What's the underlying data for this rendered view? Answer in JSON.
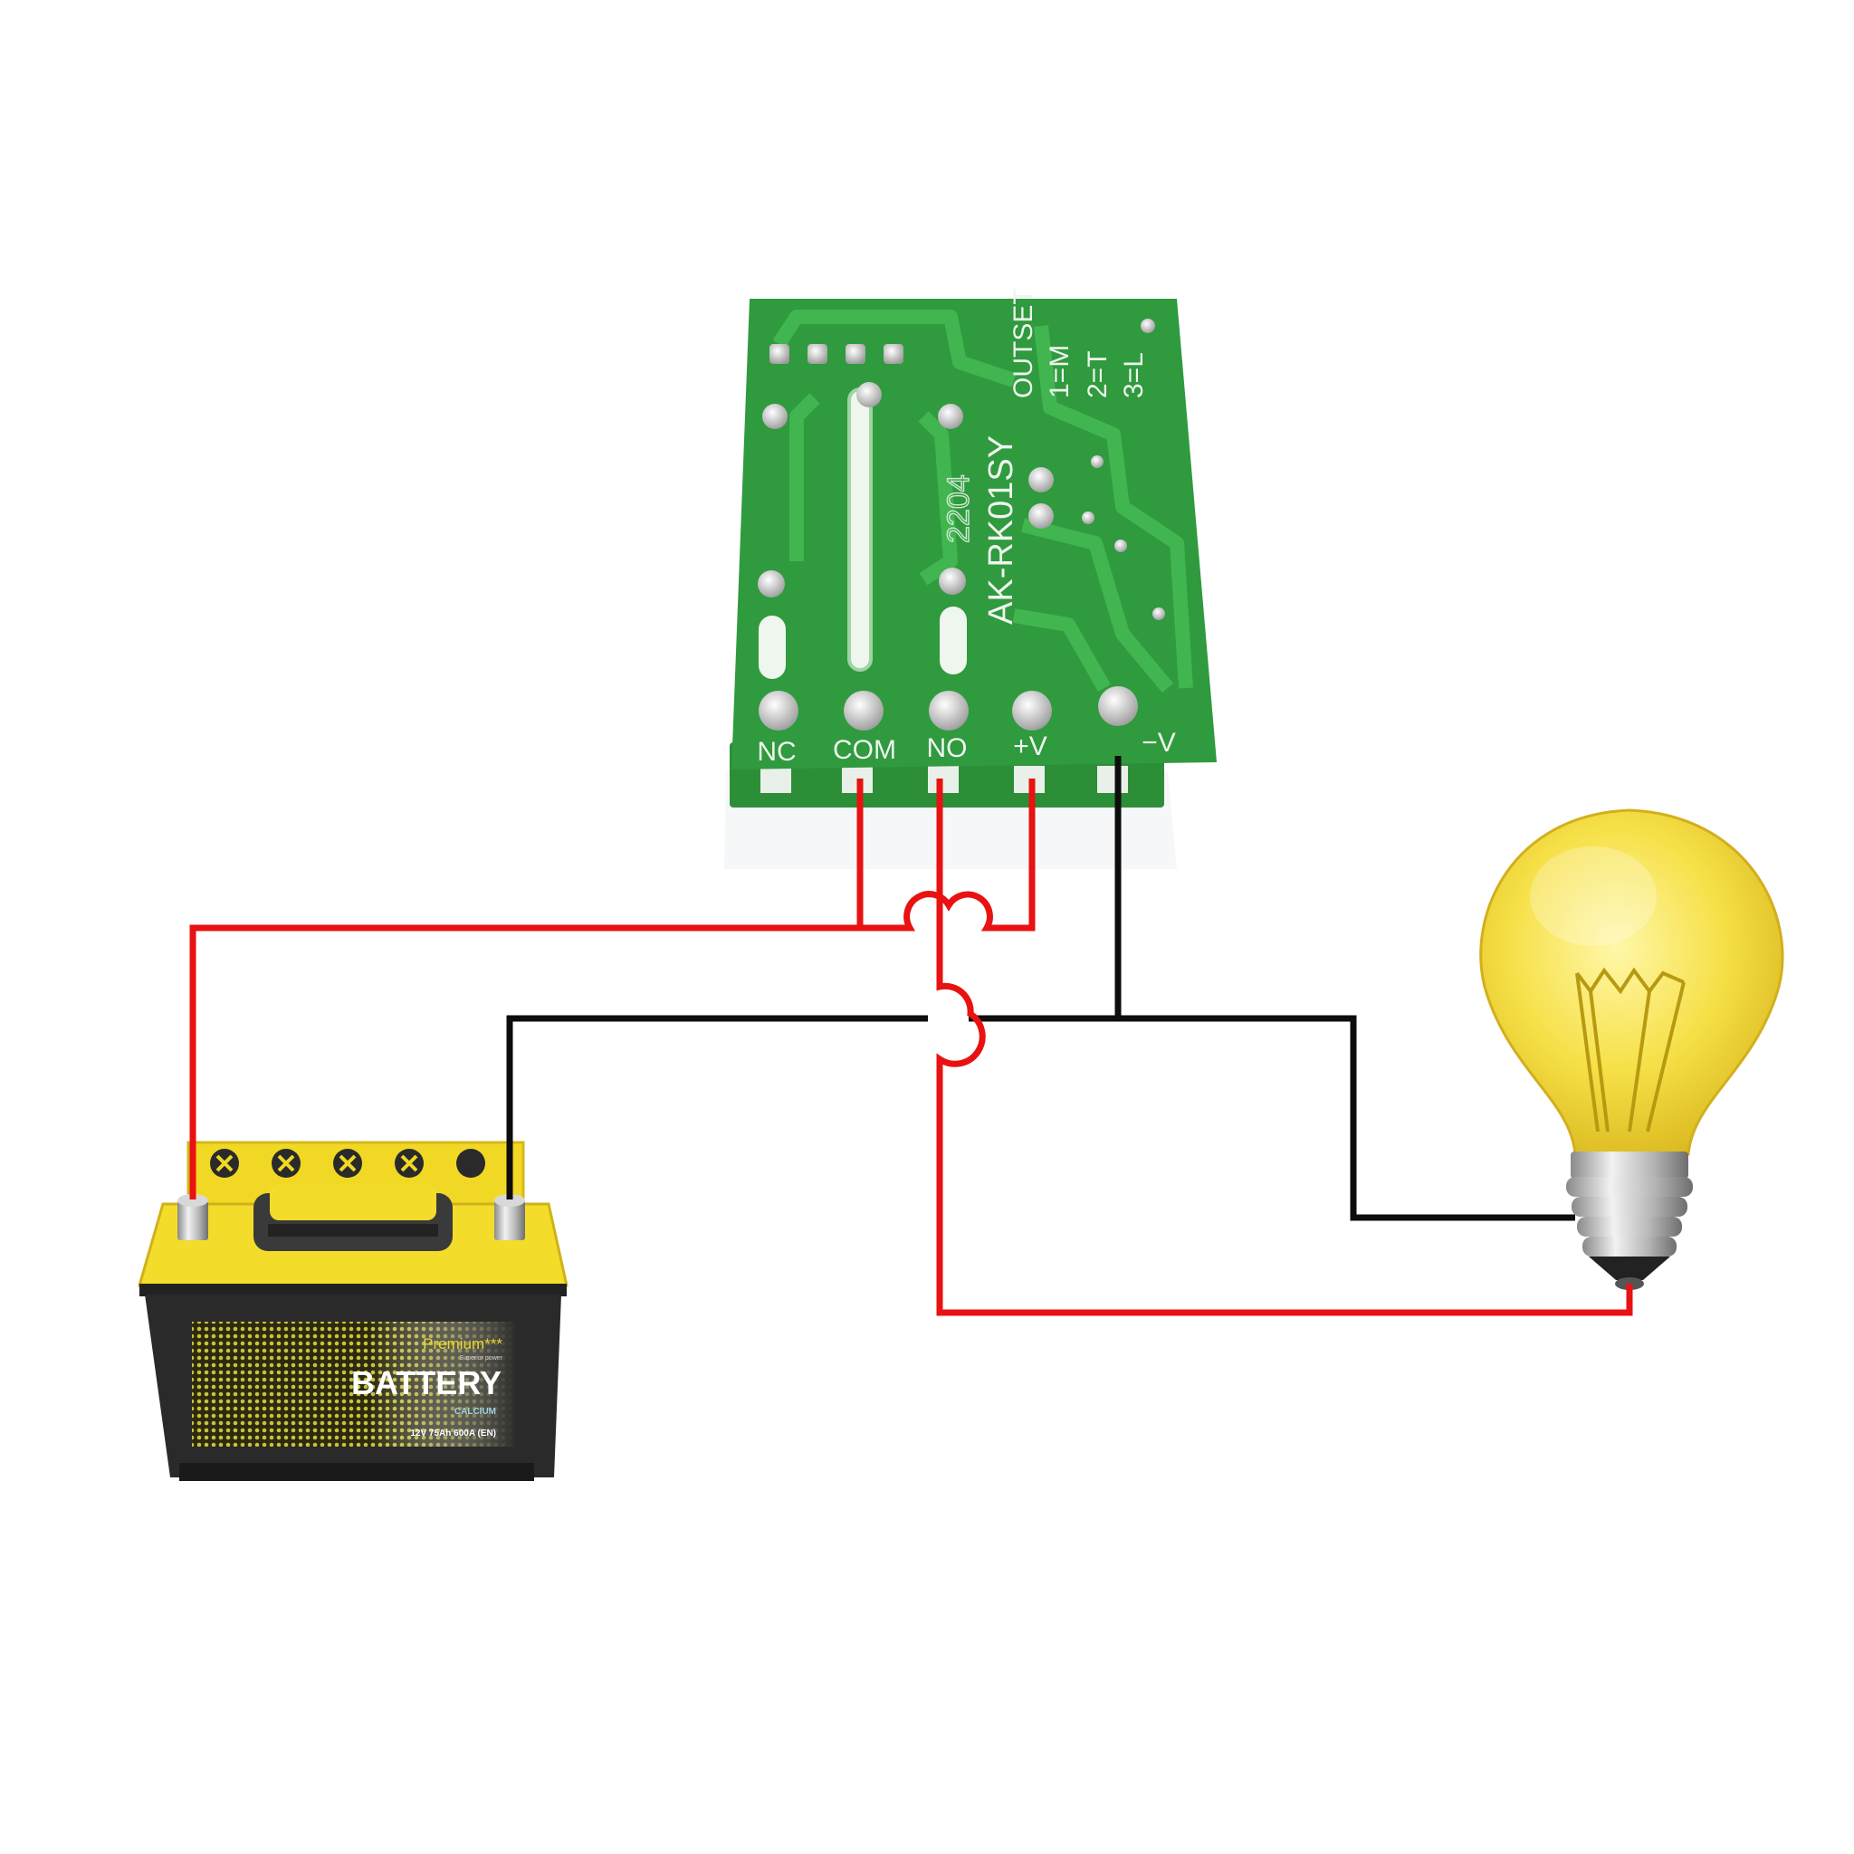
{
  "relay_board": {
    "model": "AK-RK01SY",
    "date_code": "2204",
    "outset_title": "OUTSET",
    "outset_options": [
      "1=M",
      "2=T",
      "3=L"
    ],
    "terminals": [
      "NC",
      "COM",
      "NO",
      "+V",
      "−V"
    ],
    "pcb_color": "#2f9a3e"
  },
  "battery": {
    "brand": "Premium***",
    "tagline": "Superior power",
    "label": "BATTERY",
    "type": "CALCIUM",
    "spec": "12V 75Ah 600A  (EN)",
    "case_color": "#f4dc2a"
  },
  "bulb": {
    "icon": "light-bulb-icon",
    "glass_color": "#f3d732"
  },
  "wires": {
    "positive_color": "#e81212",
    "negative_color": "#0d0d0d"
  }
}
